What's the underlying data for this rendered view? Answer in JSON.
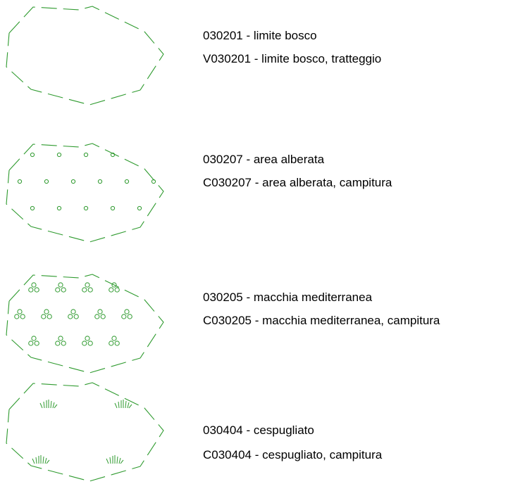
{
  "colors": {
    "symbol_stroke": "#2e9a2e",
    "text": "#000000",
    "background": "#ffffff"
  },
  "legend": [
    {
      "symbol": "dashed-boundary",
      "fill": "none",
      "lines": [
        "030201  -  limite bosco",
        "V030201  -  limite bosco, tratteggio"
      ]
    },
    {
      "symbol": "dashed-boundary",
      "fill": "small-circles",
      "lines": [
        "030207  -  area alberata",
        "C030207  -  area alberata, campitura"
      ]
    },
    {
      "symbol": "dashed-boundary",
      "fill": "circle-clusters",
      "lines": [
        "030205  -  macchia mediterranea",
        "C030205  -  macchia mediterranea, campitura"
      ]
    },
    {
      "symbol": "dashed-boundary",
      "fill": "grass-tufts",
      "lines": [
        "030404  -  cespugliato",
        "C030404  -  cespugliato, campitura"
      ]
    }
  ]
}
